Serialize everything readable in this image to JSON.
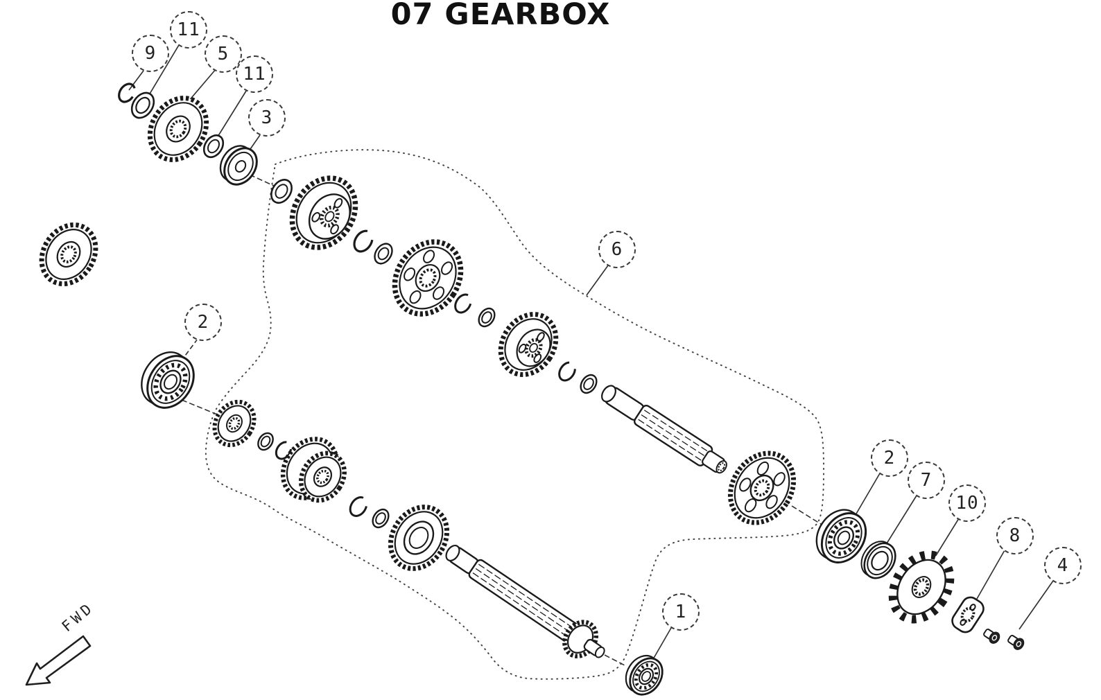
{
  "diagram": {
    "title": "07 GEARBOX",
    "fwd_label": "FWD",
    "callouts": [
      {
        "label": "9"
      },
      {
        "label": "11"
      },
      {
        "label": "5"
      },
      {
        "label": "11"
      },
      {
        "label": "3"
      },
      {
        "label": "6"
      },
      {
        "label": "2"
      },
      {
        "label": "1"
      },
      {
        "label": "2"
      },
      {
        "label": "7"
      },
      {
        "label": "10"
      },
      {
        "label": "8"
      },
      {
        "label": "4"
      }
    ]
  }
}
